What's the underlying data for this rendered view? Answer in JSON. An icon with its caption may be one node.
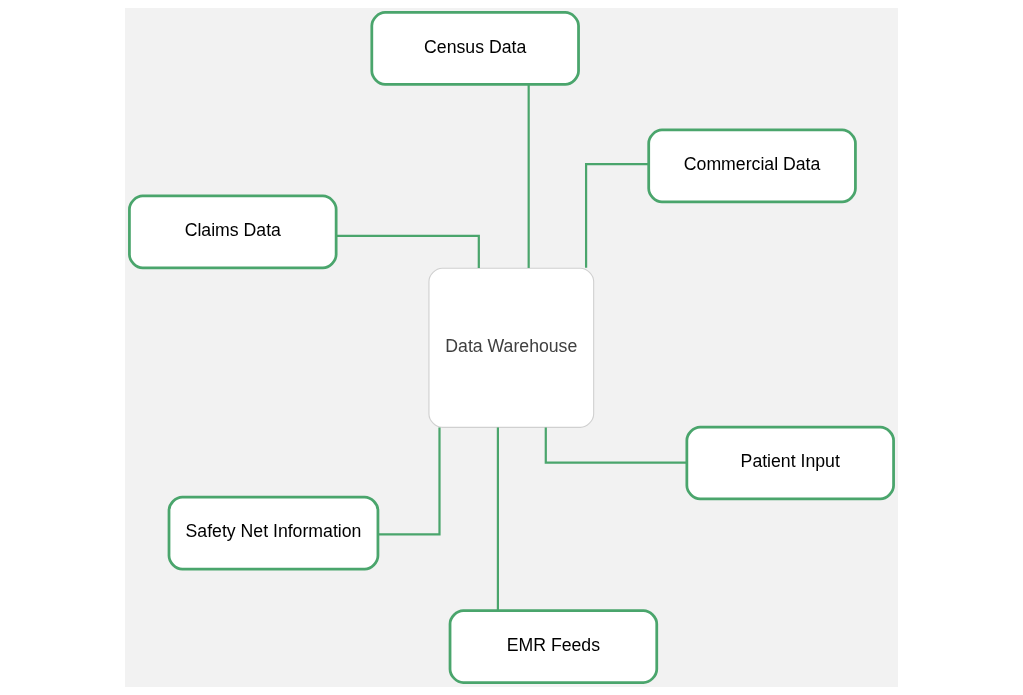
{
  "diagram": {
    "nodes": [
      {
        "text": [
          "Claims Data"
        ]
      },
      {
        "text": [
          "Patient Input"
        ]
      },
      {
        "text": [
          "EMR Feeds"
        ]
      },
      {
        "text": [
          "Data Warehouse"
        ]
      },
      {
        "text": [
          "Commercial Data"
        ]
      },
      {
        "text": [
          "Census Data"
        ]
      },
      {
        "text": [
          "Safety Net Information"
        ]
      }
    ],
    "edges": [
      {
        "from": 0,
        "to": 3,
        "arrow": "none"
      },
      {
        "from": 1,
        "to": 3,
        "arrow": "none"
      },
      {
        "from": 2,
        "to": 3,
        "arrow": "none"
      },
      {
        "from": 4,
        "to": 3,
        "arrow": "none"
      },
      {
        "from": 5,
        "to": 3,
        "arrow": "none"
      },
      {
        "from": 6,
        "to": 3,
        "arrow": "none"
      }
    ]
  }
}
